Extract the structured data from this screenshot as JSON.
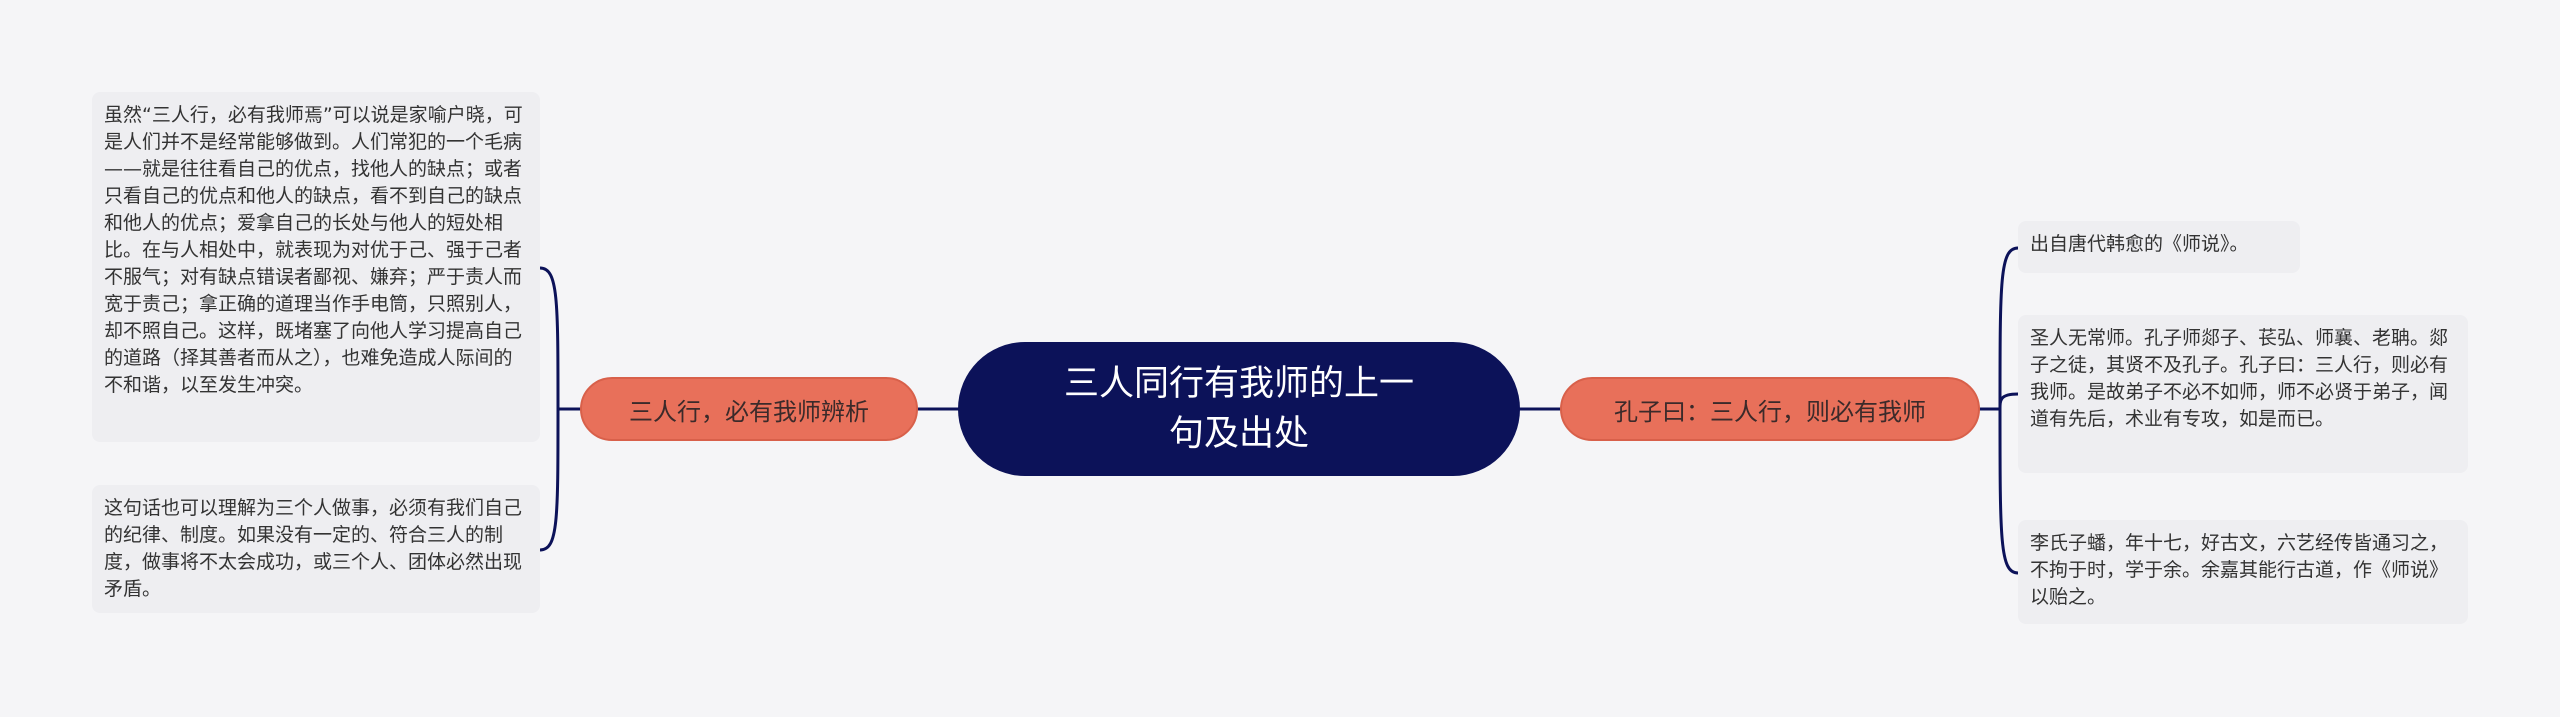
{
  "central": {
    "title": "三人同行有我师的上一句及出处"
  },
  "left_branch": {
    "label": "三人行，必有我师辨析",
    "leaves": [
      "虽然“三人行，必有我师焉”可以说是家喻户晓，可是人们并不是经常能够做到。人们常犯的一个毛病——就是往往看自己的优点，找他人的缺点；或者只看自己的优点和他人的缺点，看不到自己的缺点和他人的优点；爱拿自己的长处与他人的短处相比。在与人相处中，就表现为对优于己、强于己者不服气；对有缺点错误者鄙视、嫌弃；严于责人而宽于责己；拿正确的道理当作手电筒，只照别人，却不照自己。这样，既堵塞了向他人学习提高自己的道路（择其善者而从之），也难免造成人际间的不和谐，以至发生冲突。",
      "这句话也可以理解为三个人做事，必须有我们自己的纪律、制度。如果没有一定的、符合三人的制度，做事将不太会成功，或三个人、团体必然出现矛盾。"
    ]
  },
  "right_branch": {
    "label": "孔子曰：三人行，则必有我师",
    "leaves": [
      "出自唐代韩愈的《师说》。",
      "圣人无常师。孔子师郯子、苌弘、师襄、老聃。郯子之徒，其贤不及孔子。孔子曰：三人行，则必有我师。是故弟子不必不如师，师不必贤于弟子，闻道有先后，术业有专攻，如是而已。",
      "李氏子蟠，年十七，好古文，六艺经传皆通习之，不拘于时，学于余。余嘉其能行古道，作《师说》以贻之。"
    ]
  },
  "colors": {
    "background": "#f5f5f7",
    "central_fill": "#0c1259",
    "branch_fill": "#e8705a",
    "leaf_fill": "#eeeef1",
    "connector": "#0c1259"
  }
}
